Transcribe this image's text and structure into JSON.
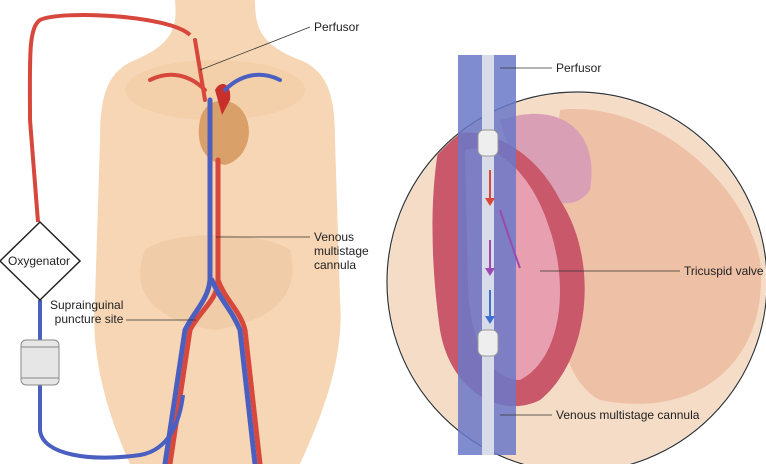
{
  "left_figure": {
    "labels": {
      "perfusor": "Perfusor",
      "venous_cannula_line1": "Venous",
      "venous_cannula_line2": "multistage",
      "venous_cannula_line3": "cannula",
      "oxygenator": "Oxygenator",
      "puncture_line1": "Suprainguinal",
      "puncture_line2": "puncture site"
    }
  },
  "right_figure": {
    "labels": {
      "perfusor": "Perfusor",
      "tricuspid_valve": "Tricuspid valve",
      "venous_cannula": "Venous multistage cannula"
    }
  },
  "colors": {
    "arterial": "#d8473c",
    "venous": "#4a5fc0",
    "skin": "#f6d6b4"
  }
}
